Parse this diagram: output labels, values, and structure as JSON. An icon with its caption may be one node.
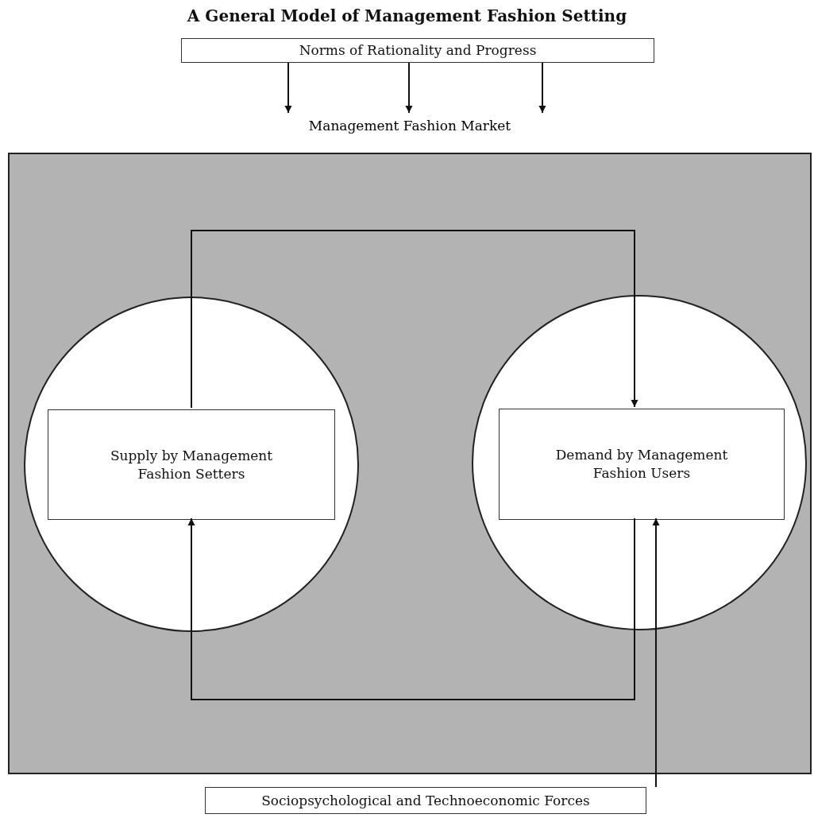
{
  "diagram": {
    "title": "A General Model of Management Fashion Setting",
    "nodes": [
      {
        "text": [
          "Norms of Rationality and Progress"
        ]
      },
      {
        "text": [
          "Management Fashion Market"
        ]
      },
      {
        "text": [],
        "shape": "circle",
        "in": 1
      },
      {
        "text": [
          "Supply by Management Fashion Setters"
        ],
        "in": 2
      },
      {
        "text": [],
        "shape": "circle",
        "in": 1
      },
      {
        "text": [
          "Demand by Management Fashion Users"
        ],
        "in": 4
      },
      {
        "text": [
          "Sociopsychological and Technoeconomic Forces"
        ]
      }
    ],
    "edges": [
      {
        "from": 0,
        "to": 1,
        "arrow": "to"
      },
      {
        "from": 0,
        "to": 1,
        "arrow": "to"
      },
      {
        "from": 0,
        "to": 1,
        "arrow": "to"
      },
      {
        "from": 3,
        "to": 5,
        "arrow": "to"
      },
      {
        "from": 5,
        "to": 3,
        "arrow": "to"
      },
      {
        "from": 6,
        "to": 5,
        "arrow": "to"
      }
    ]
  }
}
